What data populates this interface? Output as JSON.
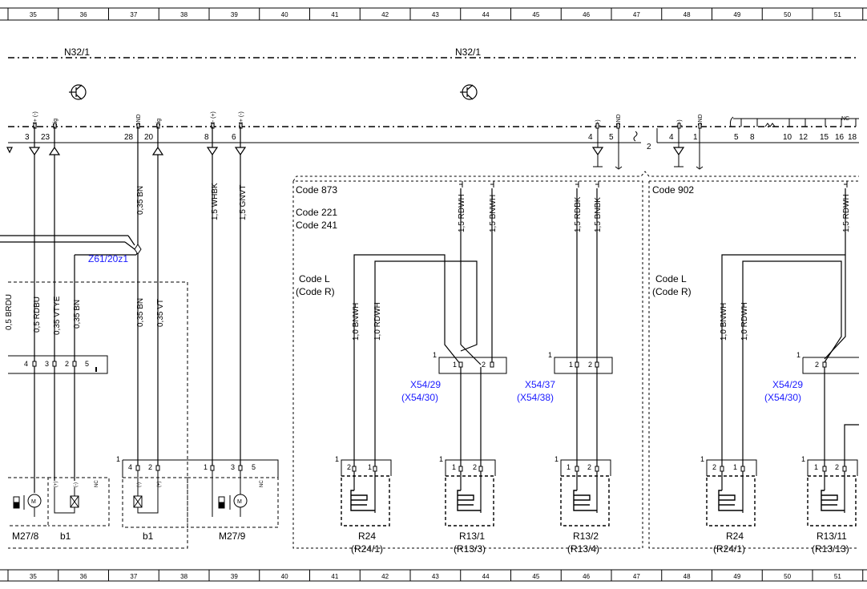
{
  "rulers": {
    "columns": [
      "35",
      "36",
      "37",
      "38",
      "39",
      "40",
      "41",
      "42",
      "43",
      "44",
      "45",
      "46",
      "47",
      "48",
      "49",
      "50",
      "51"
    ]
  },
  "modules": {
    "left": "N32/1",
    "right": "N32/1"
  },
  "top_pins": {
    "p3": "3",
    "p23": "23",
    "p28": "28",
    "p20": "20",
    "p8": "8",
    "p6": "6",
    "p4a": "4",
    "p5a": "5",
    "p2": "2",
    "p4b": "4",
    "p1": "1",
    "p5b": "5",
    "p8b": "8",
    "p10": "10",
    "p12": "12",
    "p15": "15",
    "p16": "16",
    "p18": "18"
  },
  "pin_functions": {
    "mneg1": "M+ (-)",
    "sig1": "Sig",
    "gnd1": "GND",
    "sig2": "Sig",
    "mpos1": "M- (+)",
    "mneg2": "M+ (-)",
    "plus1": "(+)",
    "gnd2": "GND",
    "plus2": "(+)",
    "gnd3": "GND",
    "nc1": "NC"
  },
  "wires": {
    "w_035bn_top": "0,35 BN",
    "w_15whbk": "1,5 WHBK",
    "w_15gnvt": "1,5 GNVT",
    "w_15rdwh_a": "1,5 RDWH",
    "w_15bnwh_a": "1,5 BNWH",
    "w_15rdbk": "1,5 RDBK",
    "w_15bnbk": "1,5 BNBK",
    "w_15rdwh_b": "1,5 RDWH",
    "w_brdu": "0,5 BRDU",
    "w_05rdbu": "0,5 RDBU",
    "w_035vtye": "0,35 VTYE",
    "w_035bn_l": "0,35 BN",
    "w_035bn_m": "0,35 BN",
    "w_035vt": "0,35 VT",
    "w_10bnwh_a": "1,0 BNWH",
    "w_10rdwh_a": "1,0 RDWH",
    "w_10bnwh_b": "1,0 BNWH",
    "w_10rdwh_b": "1,0 RDWH"
  },
  "codes": {
    "c873": "Code 873",
    "c221": "Code 221",
    "c241": "Code 241",
    "c902": "Code 902",
    "codeL_a": "Code L",
    "codeR_a": "(Code R)",
    "codeL_b": "Code L",
    "codeR_b": "(Code R)"
  },
  "connectors": {
    "z61": "Z61/20z1",
    "x5429a": "X54/29",
    "x5430a": "(X54/30)",
    "x5437": "X54/37",
    "x5438": "(X54/38)",
    "x5429b": "X54/29",
    "x5430b": "(X54/30)"
  },
  "components": {
    "m278": "M27/8",
    "b1a": "b1",
    "b1b": "b1",
    "m279": "M27/9",
    "r24a": "R24",
    "r241a": "(R24/1)",
    "r131": "R13/1",
    "r133": "(R13/3)",
    "r132": "R13/2",
    "r134": "(R13/4)",
    "r24b": "R24",
    "r241b": "(R24/1)",
    "r1311": "R13/11",
    "r1313": "(R13/13)"
  },
  "small_pins": {
    "one": "1",
    "two": "2",
    "three": "3",
    "four": "4",
    "five": "5",
    "nc": "NC",
    "minus": "(-)",
    "plus": "(+)",
    "m": "M"
  },
  "colors": {
    "line": "#000000",
    "label_blue": "#1a1aff",
    "background": "#ffffff"
  }
}
